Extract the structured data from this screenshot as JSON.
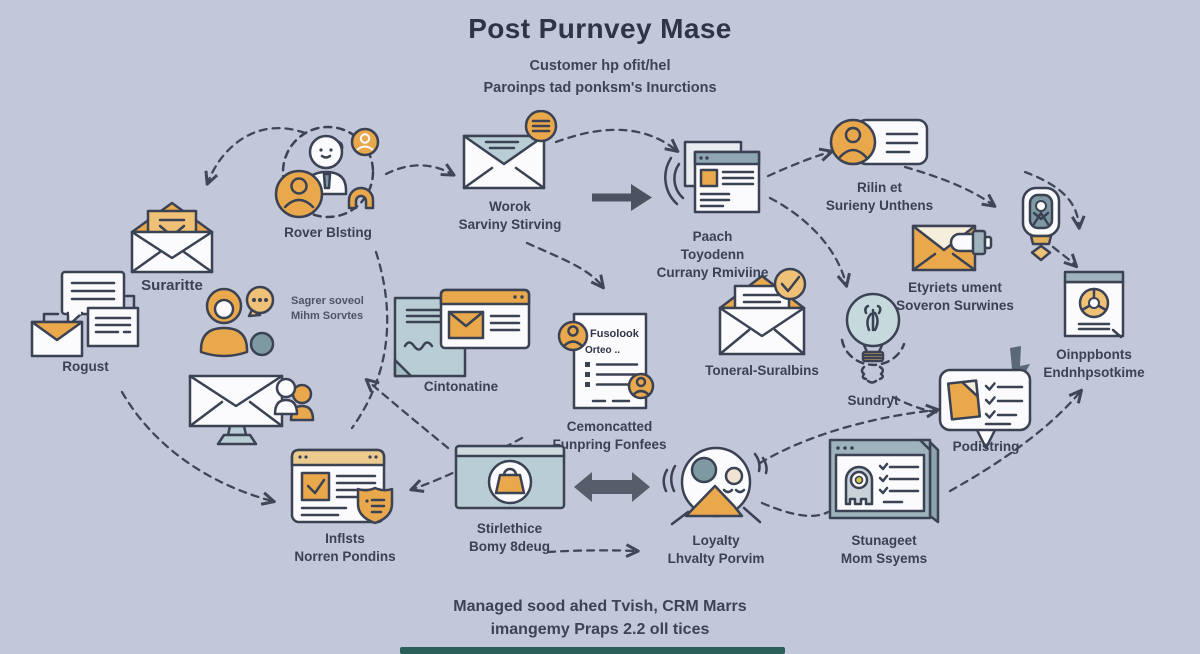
{
  "title": "Post Purnvey Mase",
  "subtitle_line1": "Customer hp ofit/hel",
  "subtitle_line2": "Paroinps tad ponksm's Inurctions",
  "footer_line1": "Managed sood ahed Tvish, CRM Marrs",
  "footer_line2": "imangemy Praps 2.2 oll tices",
  "colors": {
    "background": "#c3c7da",
    "outline": "#3a4254",
    "accent_orange": "#e9a84c",
    "accent_teal": "#b9ced4",
    "slate_accent": "#7f99a3",
    "label_text": "#3b4254",
    "bottom_bar": "#2b5f5a"
  },
  "nodes": {
    "surarite": {
      "icon": "open-envelope-icon",
      "label": "Suraritte"
    },
    "rover": {
      "icon": "customer-group-icon",
      "label": "Rover Blsting"
    },
    "worok": {
      "icon": "envelope-notification-icon",
      "line1": "Worok",
      "line2": "Sarviny Stirving"
    },
    "paach": {
      "icon": "browser-windows-icon",
      "line1": "Paach",
      "line2": "Toyodenn",
      "line3": "Currany Rmiviine"
    },
    "rilin": {
      "icon": "id-card-icon",
      "line1": "Rilin et",
      "line2": "Surieny Unthens"
    },
    "etyrlets": {
      "icon": "envelope-battery-icon",
      "line1": "Etyriets ument",
      "line2": "Soveron Surwines"
    },
    "stamp": {
      "icon": "badge-stamp-icon"
    },
    "oinppbonts": {
      "icon": "pie-chart-document-icon",
      "line1": "Oinppbonts",
      "line2": "Endnhpsotkime"
    },
    "rogust": {
      "icon": "chat-note-envelope-icon",
      "label": "Rogust"
    },
    "sagrer": {
      "icon": "support-person-chat-icon",
      "line1": "Sagrer soveol",
      "line2": "Mihm Sorvtes"
    },
    "cintonatine": {
      "icon": "document-mail-browser-icon",
      "label": "Cintonatine"
    },
    "cemoncatted": {
      "icon": "contact-list-card-icon",
      "card_line1": "Fusolook",
      "card_line2": "Orteo ..",
      "line1": "Cemoncatted",
      "line2": "Funpring Fonfees"
    },
    "toneral": {
      "icon": "envelope-check-icon",
      "label": "Toneral-Suralbins"
    },
    "sundryt": {
      "icon": "lightbulb-icon",
      "label": "Sundryt"
    },
    "podistring": {
      "icon": "checklist-bubble-icon",
      "label": "Podistring"
    },
    "monitor": {
      "icon": "monitor-envelope-icon"
    },
    "inflsts": {
      "icon": "browser-checkbox-shield-icon",
      "line1": "Inflsts",
      "line2": "Norren Pondins"
    },
    "stirlethice": {
      "icon": "shopping-bag-box-icon",
      "line1": "Stirlethice",
      "line2": "Bomy 8deug"
    },
    "loyalty": {
      "icon": "loyalty-scene-icon",
      "line1": "Loyalty",
      "line2": "Lhvalty Porvim"
    },
    "stunageet": {
      "icon": "robot-browser-icon",
      "line1": "Stunageet",
      "line2": "Mom Ssyems"
    }
  }
}
